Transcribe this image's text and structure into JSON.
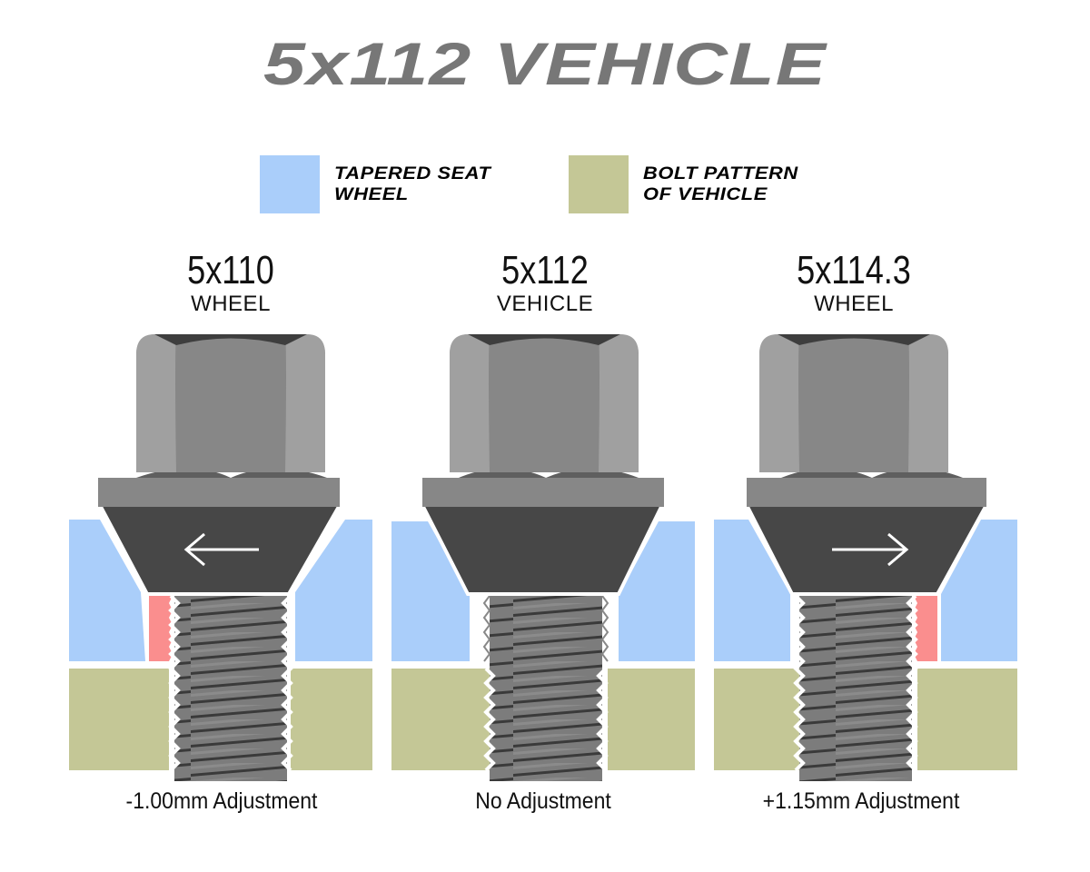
{
  "title": "5x112 VEHICLE",
  "legend": [
    {
      "label_line1": "TAPERED SEAT",
      "label_line2": "WHEEL",
      "color": "#aacefa"
    },
    {
      "label_line1": "BOLT PATTERN",
      "label_line2": "OF VEHICLE",
      "color": "#c4c796"
    }
  ],
  "panels": [
    {
      "size": "5x110",
      "kind": "WHEEL",
      "caption": "-1.00mm Adjustment",
      "arrow": "left-arrow",
      "gap_side": "left"
    },
    {
      "size": "5x112",
      "kind": "VEHICLE",
      "caption": "No Adjustment",
      "arrow": "none",
      "gap_side": "none"
    },
    {
      "size": "5x114.3",
      "kind": "WHEEL",
      "caption": "+1.15mm Adjustment",
      "arrow": "right-arrow",
      "gap_side": "right"
    }
  ],
  "colors": {
    "title": "#777777",
    "wheel_seat": "#aacefa",
    "vehicle_hub": "#c4c796",
    "gap": "#fa8e8e",
    "cone": "#474747",
    "nut_light": "#a0a0a0",
    "nut_mid": "#878787",
    "nut_dark": "#5f5f5f"
  }
}
